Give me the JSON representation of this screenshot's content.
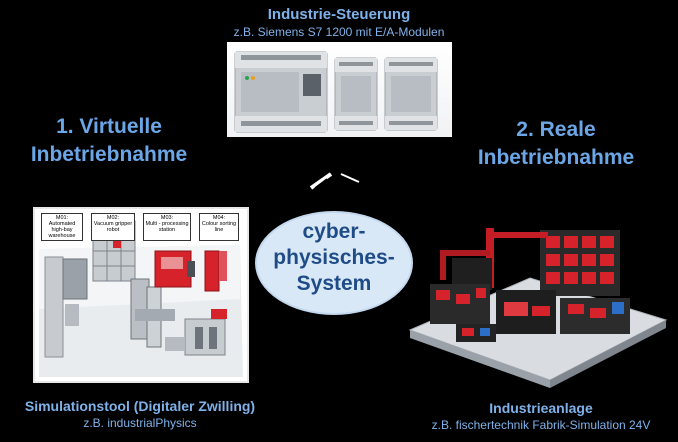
{
  "header": {
    "title": "Industrie-Steuerung",
    "subtitle": "z.B. Siemens S7 1200 mit E/A-Modulen"
  },
  "left_phase": {
    "line1": "1. Virtuelle",
    "line2": "Inbetriebnahme"
  },
  "right_phase": {
    "line1": "2. Reale",
    "line2": "Inbetriebnahme"
  },
  "center": {
    "line1": "cyber-",
    "line2": "physisches-",
    "line3": "System"
  },
  "simulation": {
    "labels": [
      {
        "code": "M01:",
        "desc": "Automated high-bay warehouse"
      },
      {
        "code": "M02:",
        "desc": "Vacuum gripper robot"
      },
      {
        "code": "M03:",
        "desc": "Multi - processing station"
      },
      {
        "code": "M04:",
        "desc": "Colour sorting line"
      }
    ],
    "caption_title": "Simulationstool (Digitaler Zwilling)",
    "caption_sub": "z.B. industrialPhysics"
  },
  "real": {
    "caption_title": "Industrieanlage",
    "caption_sub": "z.B. fischertechnik Fabrik-Simulation 24V"
  },
  "colors": {
    "background": "#000000",
    "heading_blue": "#6ba6e6",
    "caption_blue": "#7fb2ea",
    "ellipse_fill": "#d9e8f6",
    "ellipse_text": "#1f4c87",
    "model_red": "#d5222b"
  }
}
